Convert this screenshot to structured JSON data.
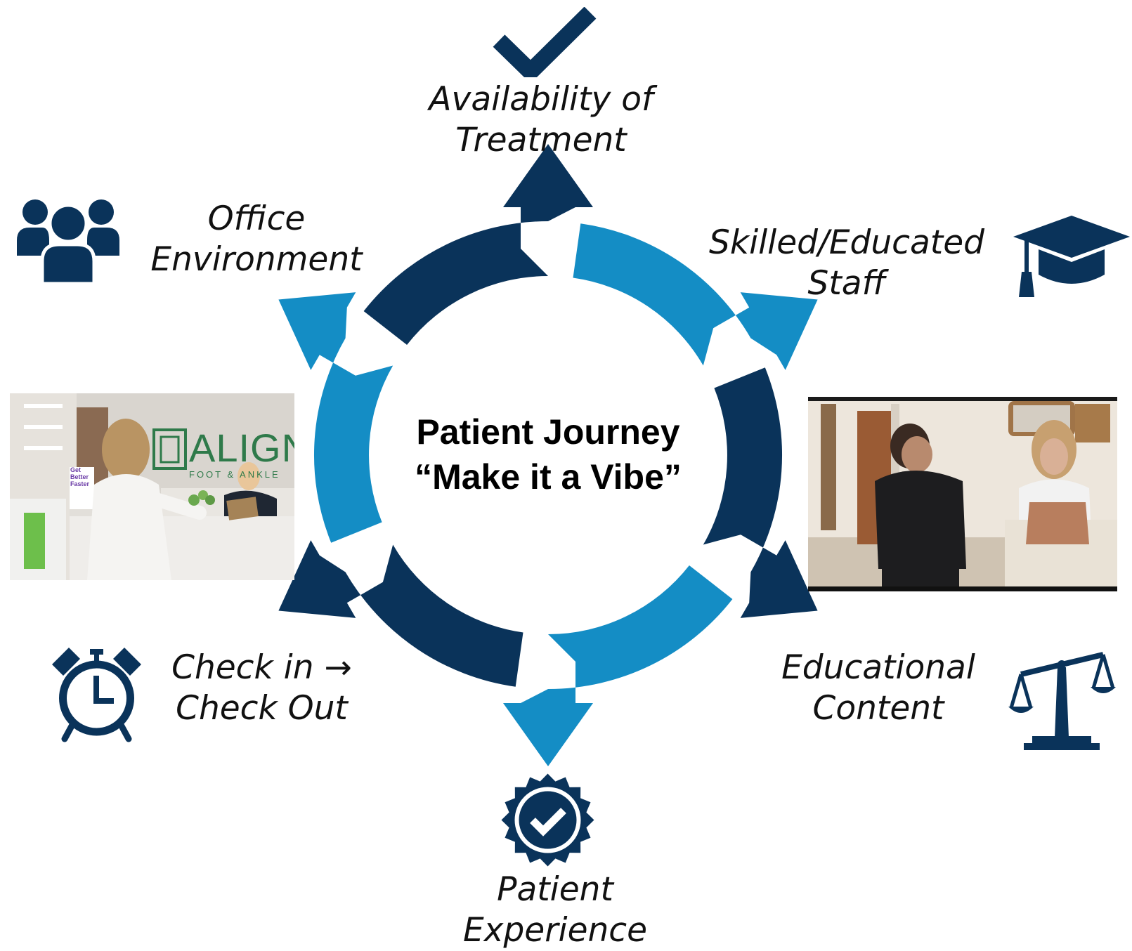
{
  "colors": {
    "dark_navy": "#0A335A",
    "light_blue": "#148DC5"
  },
  "center": {
    "line1": "Patient Journey",
    "line2": "“Make it a Vibe”"
  },
  "labels": {
    "availability": {
      "line1": "Availability of",
      "line2": "Treatment"
    },
    "skilled": {
      "line1": "Skilled/Educated",
      "line2": "Staff"
    },
    "educational": {
      "line1": "Educational",
      "line2": "Content"
    },
    "experience": {
      "line1": "Patient",
      "line2": "Experience"
    },
    "checkin": {
      "line1": "Check in →",
      "line2": "Check Out"
    },
    "office": {
      "line1": "Office",
      "line2": "Environment"
    }
  },
  "photos": {
    "reception": {
      "sign_main": "ALIGN",
      "sign_sub": "FOOT & ANKLE",
      "poster": "Get Better Faster"
    }
  },
  "icons": [
    "checkmark-icon",
    "graduation-cap-icon",
    "scales-icon",
    "verified-badge-icon",
    "alarm-clock-icon",
    "people-group-icon"
  ]
}
